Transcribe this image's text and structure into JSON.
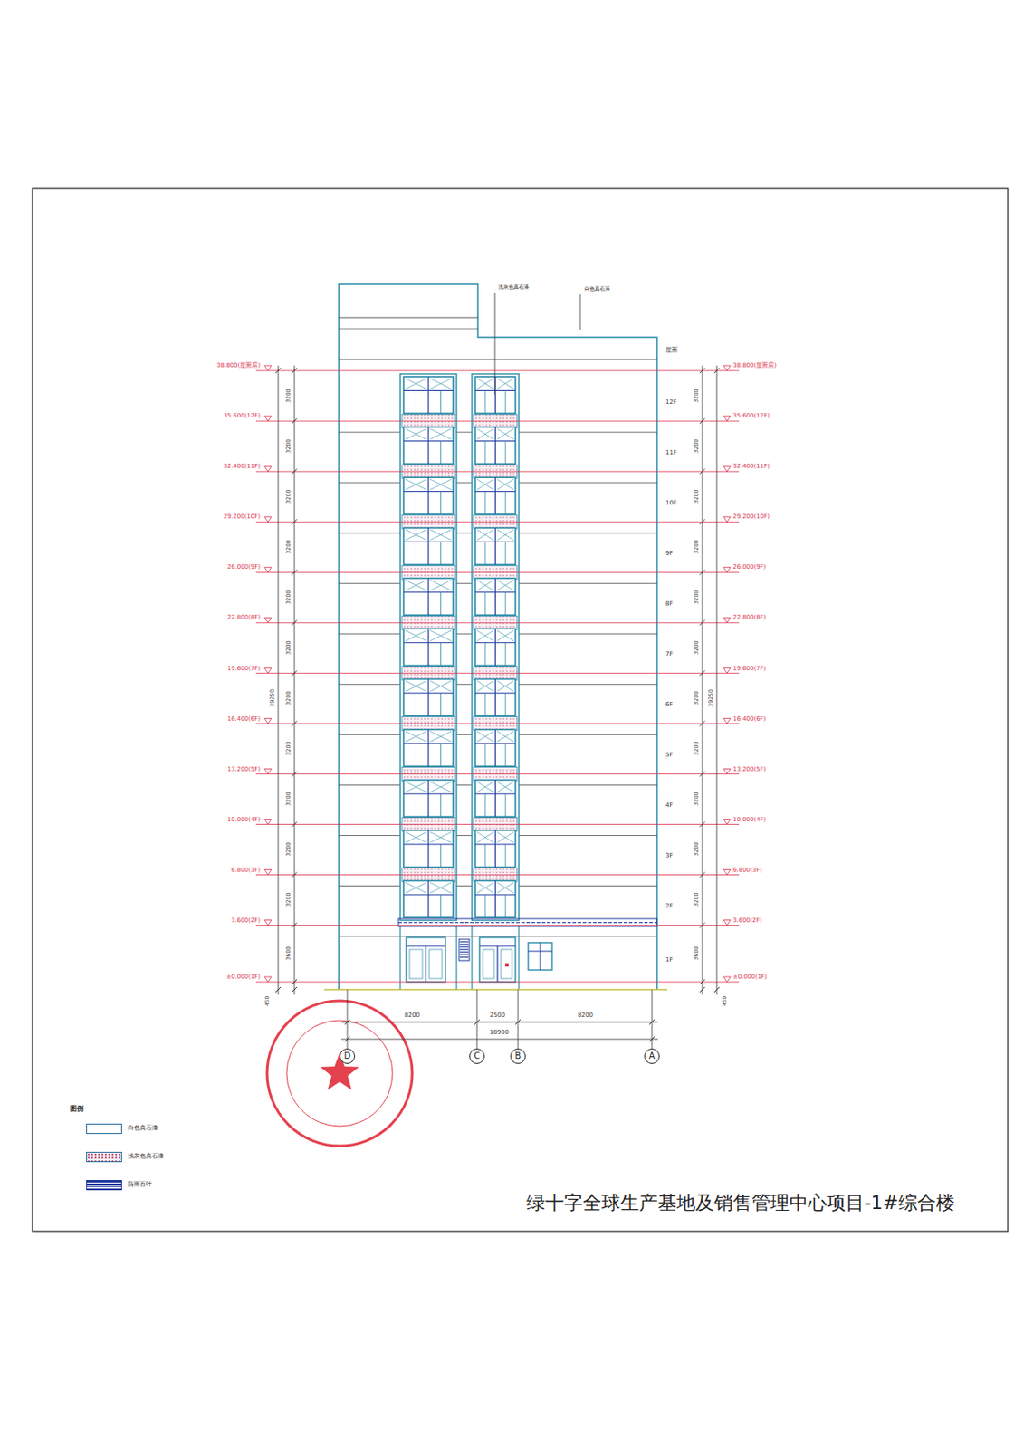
{
  "diagram": {
    "title": "绿十字全球生产基地及销售管理中心项目-1#综合楼",
    "nodes": [
      {
        "text": [
          "D"
        ]
      },
      {
        "text": [
          "C"
        ]
      },
      {
        "text": [
          "B"
        ]
      },
      {
        "text": [
          "A"
        ]
      }
    ],
    "labels": [
      "浅灰色真石漆",
      "白色真石漆",
      "屋面",
      "12F",
      "11F",
      "10F",
      "9F",
      "8F",
      "7F",
      "6F",
      "5F",
      "4F",
      "3F",
      "2F",
      "1F",
      "38.800(屋面层)",
      "35.600(12F)",
      "32.400(11F)",
      "29.200(10F)",
      "26.000(9F)",
      "22.800(8F)",
      "19.600(7F)",
      "16.400(6F)",
      "13.200(5F)",
      "10.000(4F)",
      "6.800(3F)",
      "3.600(2F)",
      "±0.000(1F)",
      "38.800(屋面层)",
      "35.600(12F)",
      "32.400(11F)",
      "29.200(10F)",
      "26.000(9F)",
      "22.800(8F)",
      "19.600(7F)",
      "16.400(6F)",
      "13.200(5F)",
      "10.000(4F)",
      "6.800(3F)",
      "3.600(2F)",
      "±0.000(1F)",
      "3200",
      "3200",
      "3200",
      "3200",
      "3200",
      "3200",
      "3200",
      "3200",
      "3200",
      "3200",
      "3200",
      "3600",
      "39250",
      "450",
      "3200",
      "3200",
      "3200",
      "3200",
      "3200",
      "3200",
      "3200",
      "3200",
      "3200",
      "3200",
      "3200",
      "3600",
      "39250",
      "450",
      "8200",
      "2500",
      "8200",
      "18900",
      "图例"
    ],
    "legend": [
      {
        "text": "白色真石漆",
        "color": "#ffffff"
      },
      {
        "text": "浅灰色真石漆",
        "color": "#f7eef3"
      },
      {
        "text": "防雨百叶"
      }
    ]
  }
}
